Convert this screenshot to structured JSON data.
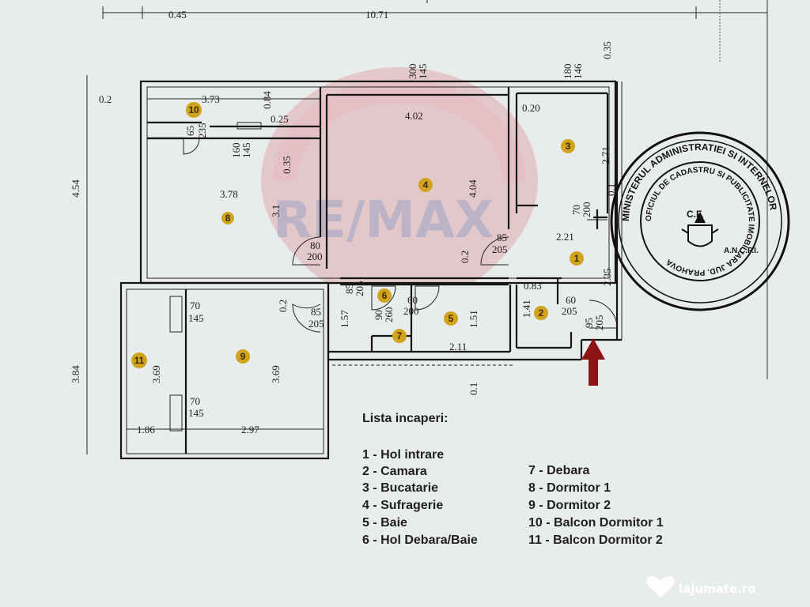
{
  "dimensions": {
    "top_045": "0.45",
    "top_1071": "10.71",
    "top_035": "0.35",
    "top_300": "300",
    "top_145a": "145",
    "top_180": "180",
    "top_146": "146",
    "left_454": "4.54",
    "left_384": "3.84",
    "b10_02": "0.2",
    "b10_373": "3.73",
    "b10_084": "0.84",
    "b10_025": "0.25",
    "b10_65": "65",
    "b10_235": "235",
    "r8_160": "160",
    "r8_145": "145",
    "r8_035": "0.35",
    "r8_378": "3.78",
    "r8_31": "3.1",
    "r8_80": "80",
    "r8_200": "200",
    "r4_402": "4.02",
    "r4_404": "4.04",
    "r4_02": "0.2",
    "r3_020": "0.20",
    "r3_271": "2.71",
    "r3_01": "0.1",
    "r3_70": "70",
    "r3_200": "200",
    "r1_85": "85",
    "r1_205": "205",
    "r1_221": "2.21",
    "r1_235": "2.35",
    "r2_083": "0.83",
    "r2_60": "60",
    "r2_205": "205",
    "r2_141": "1.41",
    "r2_95": "95",
    "r2_205b": "205",
    "r6_85": "85",
    "r6_205": "205",
    "r6_85b": "85",
    "r6_205b": "205",
    "r6_157": "1.57",
    "r6_90": "90",
    "r6_260": "260",
    "r5_60": "60",
    "r5_200": "200",
    "r5_151": "1.51",
    "r5_211": "2.11",
    "r5_01": "0.1",
    "r9_02": "0.2",
    "r9_369": "3.69",
    "r11_369": "3.69",
    "r11_70": "70",
    "r11_145": "145",
    "r11_70b": "70",
    "r11_145b": "145",
    "r11_106": "1.06",
    "r11_297": "2.97"
  },
  "room_markers": [
    "1",
    "2",
    "3",
    "4",
    "5",
    "6",
    "7",
    "8",
    "9",
    "10",
    "11"
  ],
  "legend": {
    "title": "Lista incaperi:",
    "col1": [
      "1 - Hol intrare",
      "2 - Camara",
      "3 - Bucatarie",
      "4 - Sufragerie",
      "5 - Baie",
      "6 - Hol Debara/Baie"
    ],
    "col2": [
      "7 - Debara",
      "8 - Dormitor 1",
      "9 - Dormitor 2",
      "10 - Balcon Dormitor 1",
      "11 - Balcon Dormitor 2"
    ]
  },
  "stamp": {
    "outer_text": "MINISTERUL ADMINISTRATIEI SI INTERNELOR",
    "inner_text": "OFICIUL DE CADASTRU SI PUBLICITATE IMOBILIARA JUD. PRAHOVA",
    "center_top": "C.F.",
    "right_text": "A.N.C.P.I."
  },
  "watermark_remax": "RE/MAX",
  "site_watermark": "lajumate.ro",
  "colors": {
    "background": "#e9eced",
    "marker_fill": "#d2a31c",
    "arrow": "#8c1414",
    "remax_red": "#d9868c",
    "remax_blue": "#8f9cc2"
  }
}
